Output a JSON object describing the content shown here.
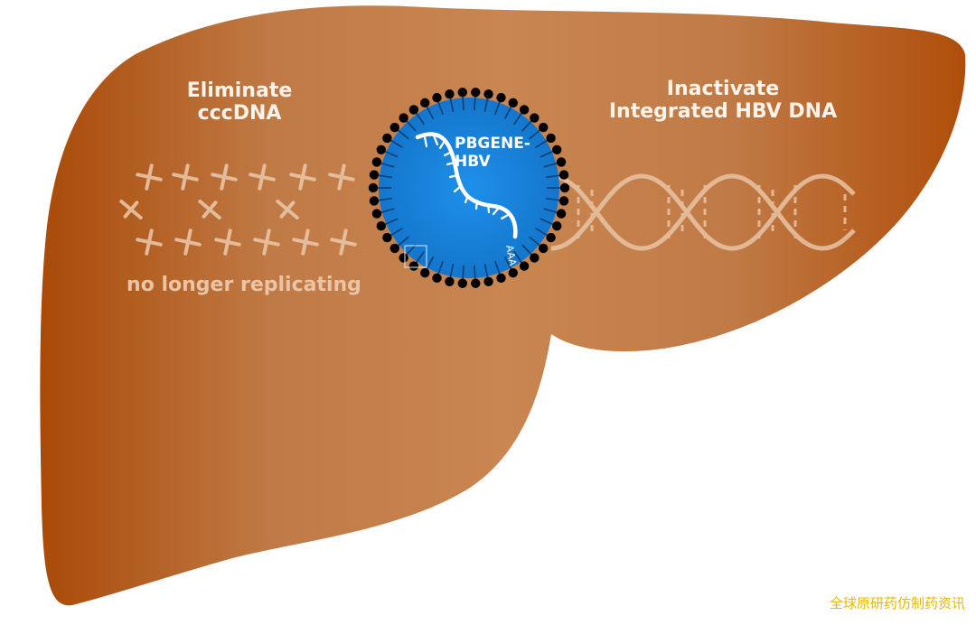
{
  "labels": {
    "left_title_line1": "Eliminate",
    "left_title_line2": "cccDNA",
    "right_title_line1": "Inactivate",
    "right_title_line2": "Integrated HBV DNA",
    "replicating": "no longer replicating",
    "drug_line1": "PBGENE-",
    "drug_line2": "HBV",
    "polyA": "AAA",
    "watermark": "全球原研药仿制药资讯"
  },
  "colors": {
    "liver_dark": "#b04e0a",
    "liver_light": "#c98650",
    "nanoparticle_core": "#1a86e0",
    "nanoparticle_dots": "#000000",
    "dna_strands": "#e9c4a6",
    "watermark": "#e8b800"
  },
  "icons": {
    "crosses": "broken-dna-cross-icon",
    "helix": "dna-helix-icon",
    "nanoparticle": "lipid-nanoparticle-icon",
    "mrna": "mrna-strand-icon"
  }
}
